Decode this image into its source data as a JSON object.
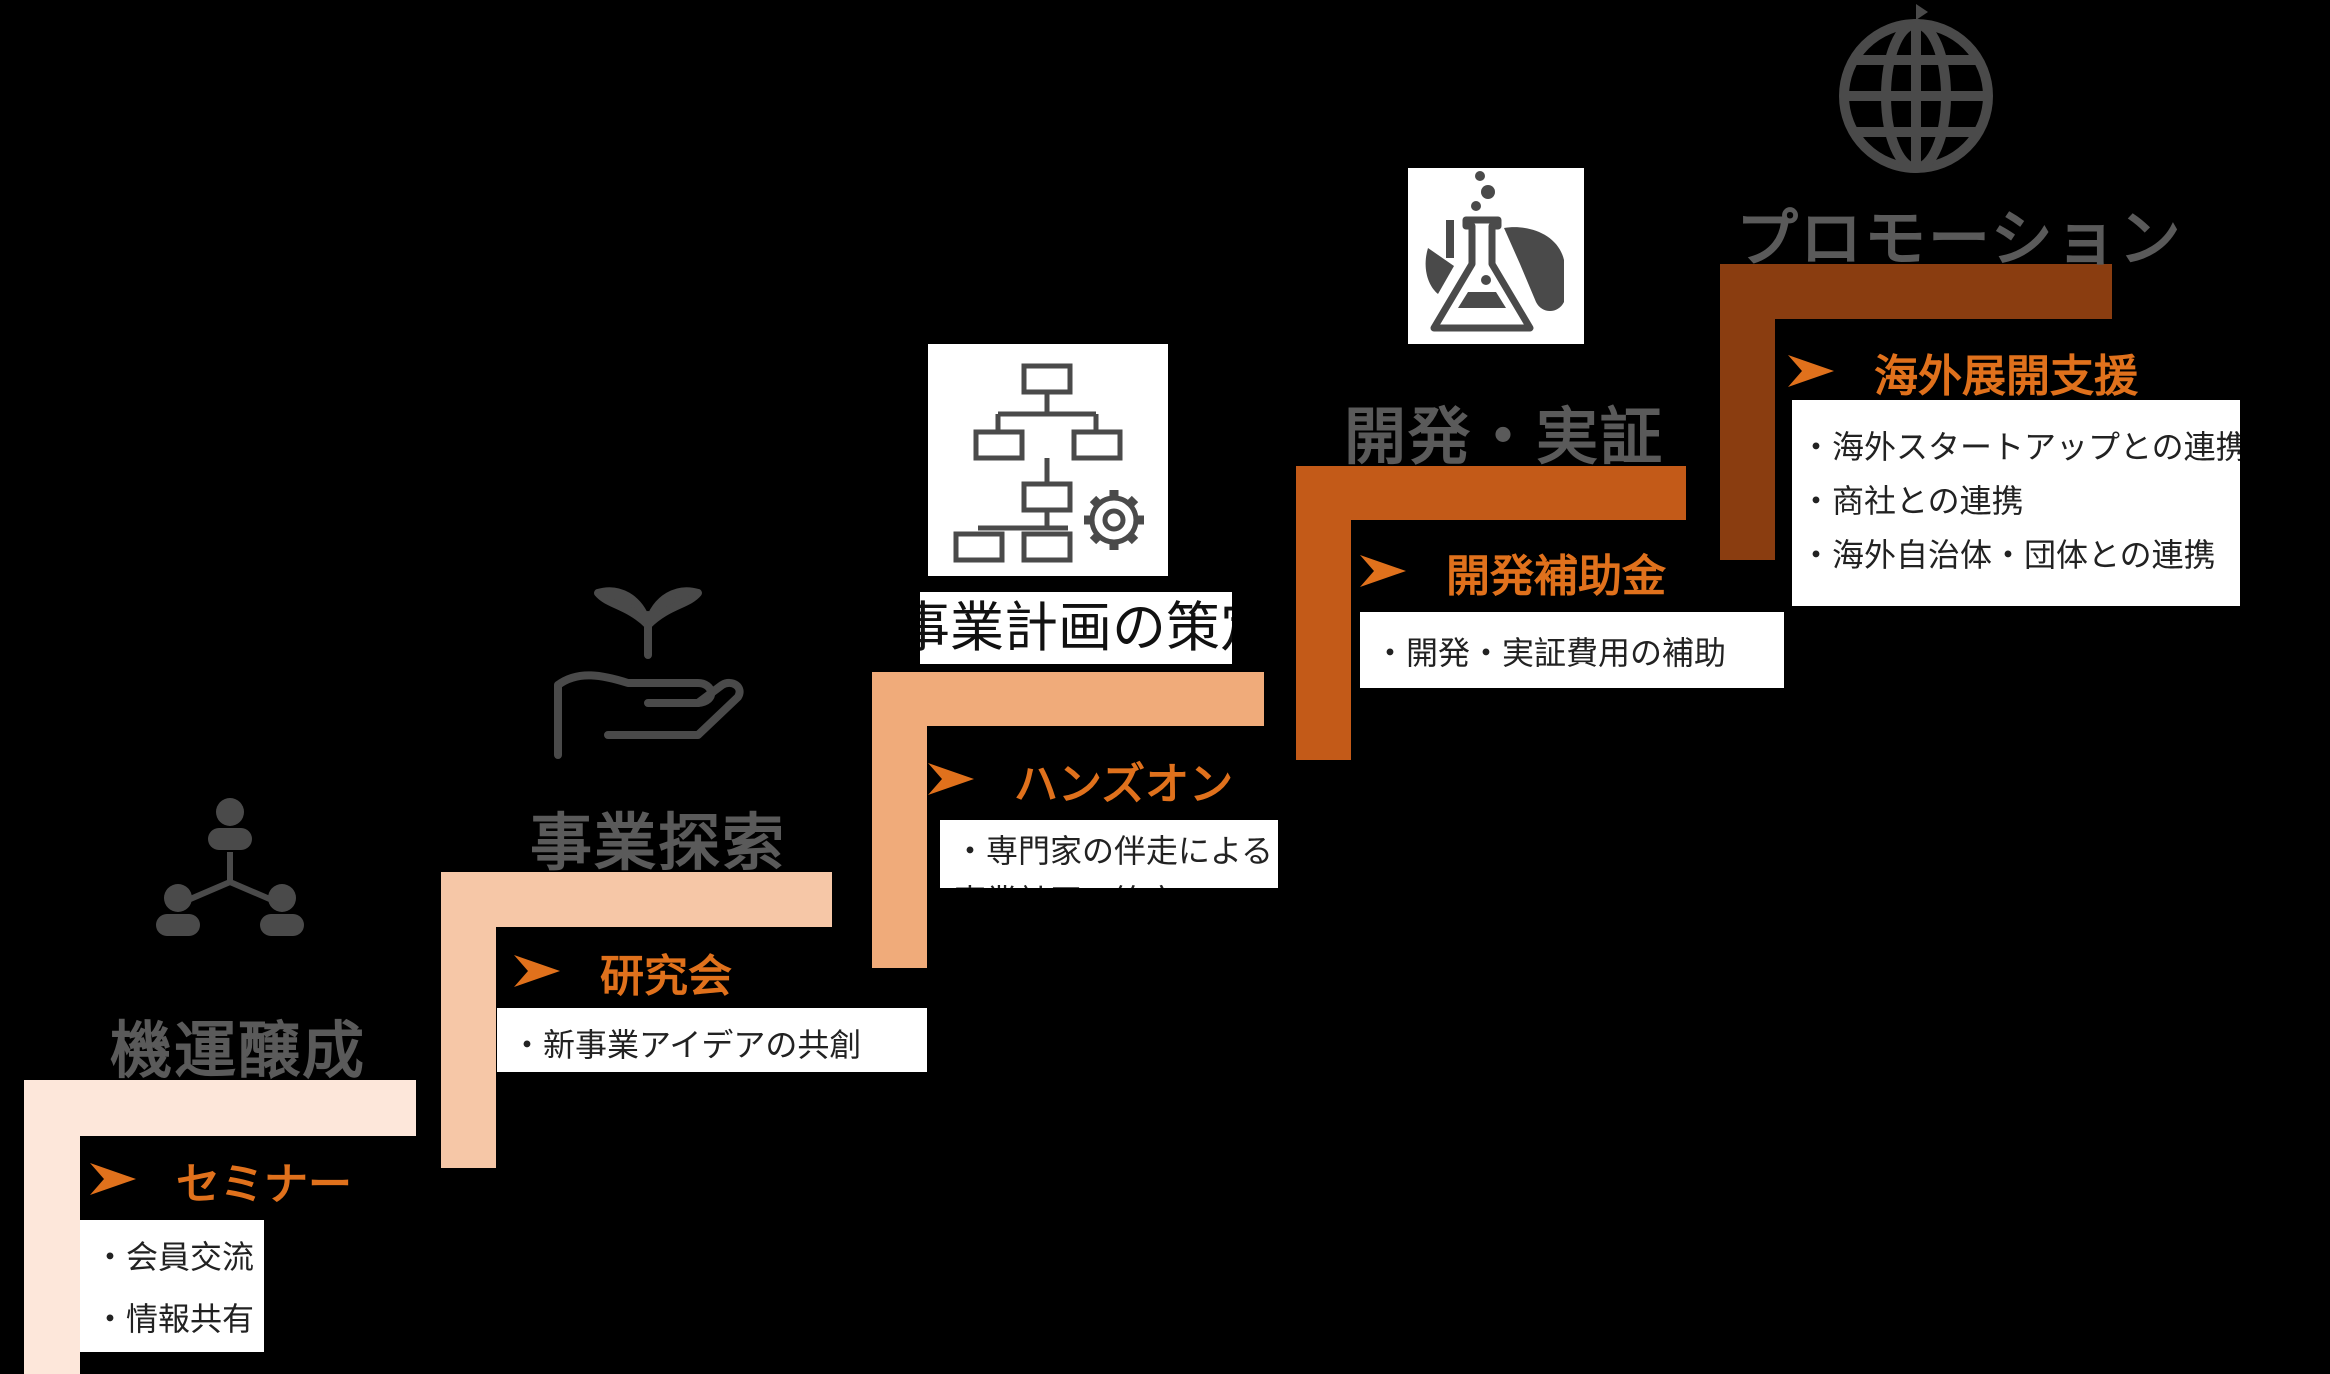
{
  "colors": {
    "step1": "#fde7da",
    "step2": "#f6c7a7",
    "step3": "#f0ab7a",
    "step4": "#c35a18",
    "step5": "#8a3d10",
    "accent": "#e0711c",
    "title": "#5a5a5a"
  },
  "steps": [
    {
      "title": "機運醸成",
      "sub": "セミナー",
      "items": [
        "・会員交流",
        "・情報共有"
      ],
      "icon": "people-network-icon"
    },
    {
      "title": "事業探索",
      "sub": "研究会",
      "items": [
        "・新事業アイデアの共創"
      ],
      "icon": "hand-sprout-icon"
    },
    {
      "title": "事業計画の策定",
      "sub": "ハンズオン",
      "items": [
        "・専門家の伴走による",
        "事業計画の策定"
      ],
      "icon": "org-chart-gear-icon"
    },
    {
      "title": "開発・実証",
      "sub": "開発補助金",
      "items": [
        "・開発・実証費用の補助"
      ],
      "icon": "flask-hand-icon"
    },
    {
      "title": "プロモーション",
      "sub": "海外展開支援",
      "items": [
        "・海外スタートアップとの連携",
        "・商社との連携",
        "・海外自治体・団体との連携"
      ],
      "icon": "globe-icon"
    }
  ]
}
